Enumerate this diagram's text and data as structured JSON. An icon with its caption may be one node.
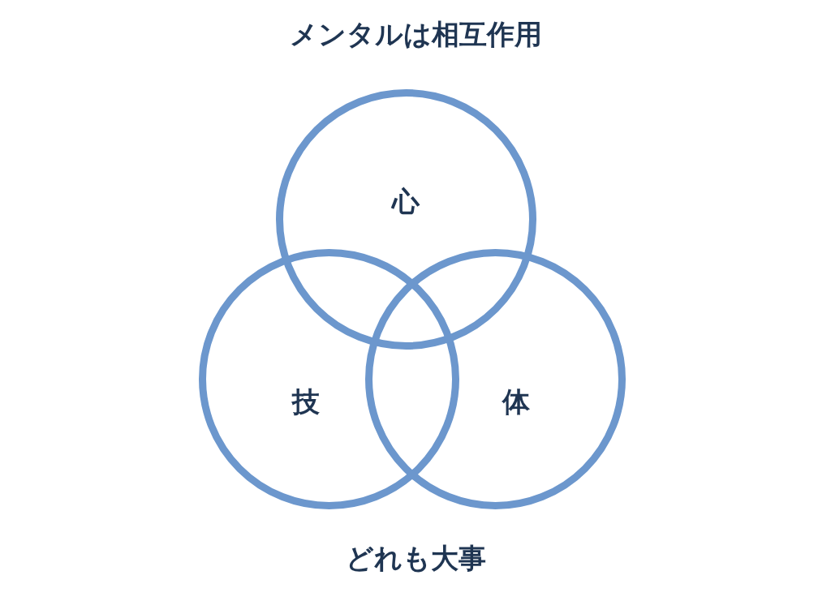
{
  "diagram": {
    "title": "メンタルは相互作用",
    "caption": "どれも大事",
    "nodes": [
      {
        "text": [
          "心"
        ]
      },
      {
        "text": [
          "技"
        ]
      },
      {
        "text": [
          "体"
        ]
      }
    ]
  }
}
